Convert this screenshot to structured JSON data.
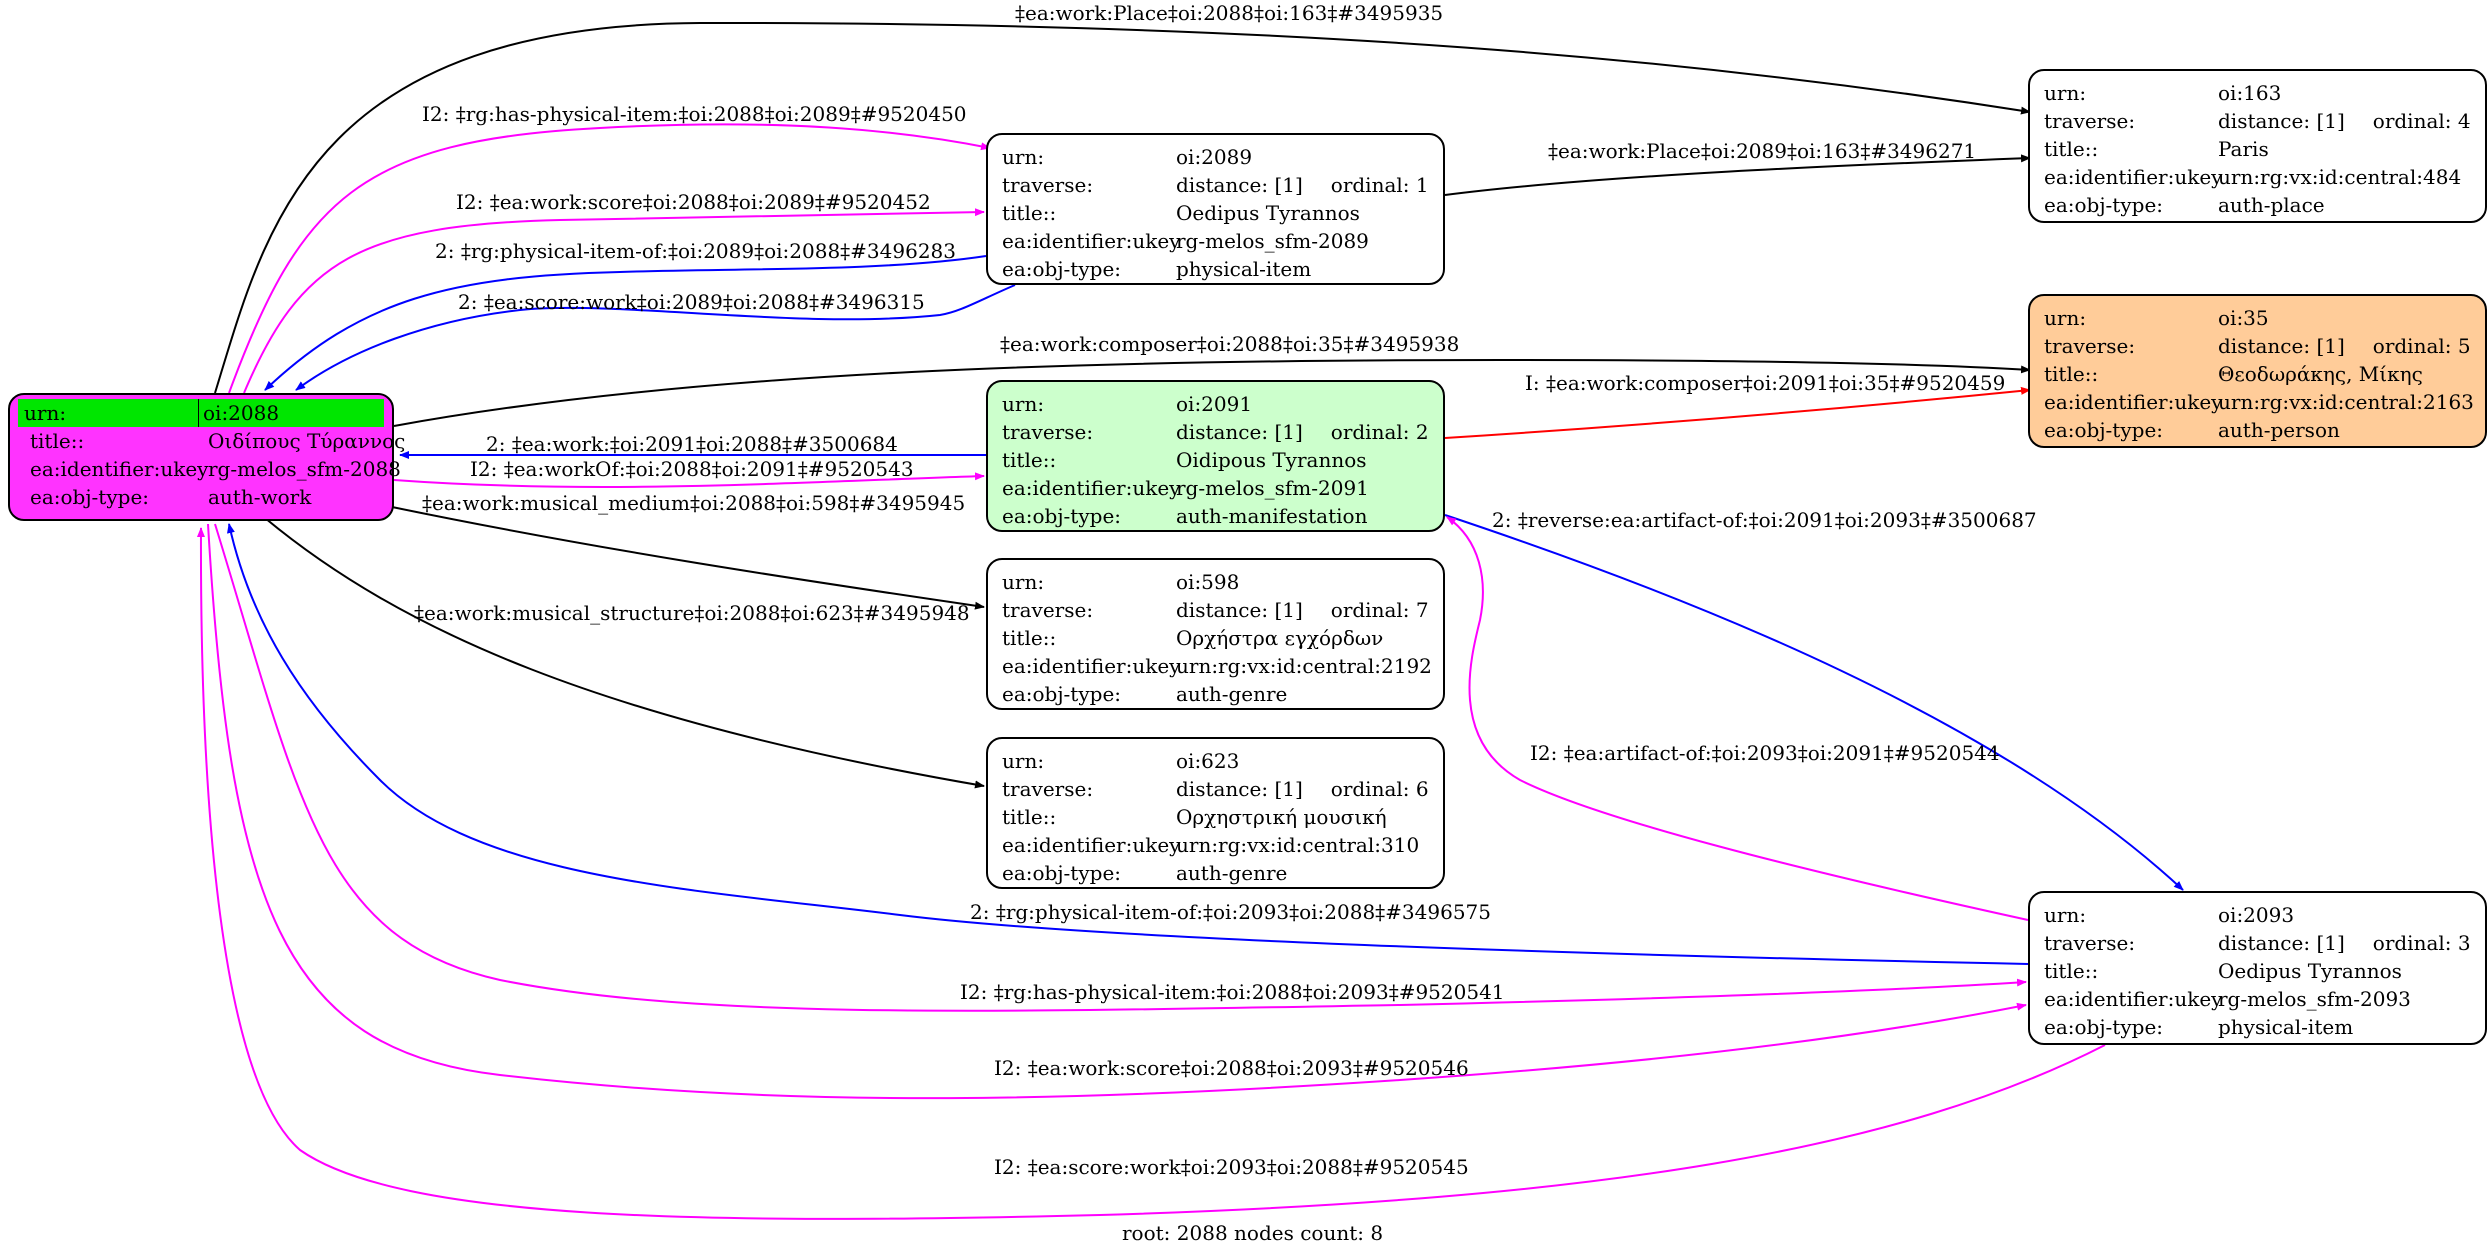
{
  "colors": {
    "root_fill": "#ff33ff",
    "root_highlight": "#00e600",
    "manifestation_fill": "#ccffcc",
    "person_fill": "#ffcc99",
    "default_fill": "#ffffff",
    "edge_black": "#000000",
    "edge_blue": "#0000ff",
    "edge_magenta": "#ff00ff",
    "edge_red": "#ff0000"
  },
  "footer": "root: 2088 nodes count: 8",
  "nodes": {
    "root": {
      "urn_key": "urn:",
      "urn": "oi:2088",
      "title_key": "title::",
      "title": "Οιδίπους Τύραννος",
      "ukey_key": "ea:identifier:ukey",
      "ukey": "rg-melos_sfm-2088",
      "type_key": "ea:obj-type:",
      "type": "auth-work"
    },
    "n2089": {
      "urn_key": "urn:",
      "urn": "oi:2089",
      "trav_key": "traverse:",
      "distance": "distance: [1]",
      "ordinal": "ordinal: 1",
      "title_key": "title::",
      "title": "Oedipus Tyrannos",
      "ukey_key": "ea:identifier:ukey",
      "ukey": "rg-melos_sfm-2089",
      "type_key": "ea:obj-type:",
      "type": "physical-item"
    },
    "n2091": {
      "urn_key": "urn:",
      "urn": "oi:2091",
      "trav_key": "traverse:",
      "distance": "distance: [1]",
      "ordinal": "ordinal: 2",
      "title_key": "title::",
      "title": "Oidipous Tyrannos",
      "ukey_key": "ea:identifier:ukey",
      "ukey": "rg-melos_sfm-2091",
      "type_key": "ea:obj-type:",
      "type": "auth-manifestation"
    },
    "n598": {
      "urn_key": "urn:",
      "urn": "oi:598",
      "trav_key": "traverse:",
      "distance": "distance: [1]",
      "ordinal": "ordinal: 7",
      "title_key": "title::",
      "title": "Ορχήστρα εγχόρδων",
      "ukey_key": "ea:identifier:ukey",
      "ukey": "urn:rg:vx:id:central:2192",
      "type_key": "ea:obj-type:",
      "type": "auth-genre"
    },
    "n623": {
      "urn_key": "urn:",
      "urn": "oi:623",
      "trav_key": "traverse:",
      "distance": "distance: [1]",
      "ordinal": "ordinal: 6",
      "title_key": "title::",
      "title": "Ορχηστρική μουσική",
      "ukey_key": "ea:identifier:ukey",
      "ukey": "urn:rg:vx:id:central:310",
      "type_key": "ea:obj-type:",
      "type": "auth-genre"
    },
    "n163": {
      "urn_key": "urn:",
      "urn": "oi:163",
      "trav_key": "traverse:",
      "distance": "distance: [1]",
      "ordinal": "ordinal: 4",
      "title_key": "title::",
      "title": "Paris",
      "ukey_key": "ea:identifier:ukey",
      "ukey": "urn:rg:vx:id:central:484",
      "type_key": "ea:obj-type:",
      "type": "auth-place"
    },
    "n35": {
      "urn_key": "urn:",
      "urn": "oi:35",
      "trav_key": "traverse:",
      "distance": "distance: [1]",
      "ordinal": "ordinal: 5",
      "title_key": "title::",
      "title": "Θεοδωράκης, Μίκης",
      "ukey_key": "ea:identifier:ukey",
      "ukey": "urn:rg:vx:id:central:2163",
      "type_key": "ea:obj-type:",
      "type": "auth-person"
    },
    "n2093": {
      "urn_key": "urn:",
      "urn": "oi:2093",
      "trav_key": "traverse:",
      "distance": "distance: [1]",
      "ordinal": "ordinal: 3",
      "title_key": "title::",
      "title": "Oedipus Tyrannos",
      "ukey_key": "ea:identifier:ukey",
      "ukey": "rg-melos_sfm-2093",
      "type_key": "ea:obj-type:",
      "type": "physical-item"
    }
  },
  "edges": [
    {
      "id": "e1",
      "label": "‡ea:work:Place‡oi:2088‡oi:163‡#3495935",
      "color": "black"
    },
    {
      "id": "e2",
      "label": "I2: ‡rg:has-physical-item:‡oi:2088‡oi:2089‡#9520450",
      "color": "magenta"
    },
    {
      "id": "e3",
      "label": "I2: ‡ea:work:score‡oi:2088‡oi:2089‡#9520452",
      "color": "magenta"
    },
    {
      "id": "e4",
      "label": "2: ‡rg:physical-item-of:‡oi:2089‡oi:2088‡#3496283",
      "color": "blue"
    },
    {
      "id": "e5",
      "label": "2: ‡ea:score:work‡oi:2089‡oi:2088‡#3496315",
      "color": "blue"
    },
    {
      "id": "e6",
      "label": "‡ea:work:Place‡oi:2089‡oi:163‡#3496271",
      "color": "black"
    },
    {
      "id": "e7",
      "label": "‡ea:work:composer‡oi:2088‡oi:35‡#3495938",
      "color": "black"
    },
    {
      "id": "e8",
      "label": "I: ‡ea:work:composer‡oi:2091‡oi:35‡#9520459",
      "color": "red"
    },
    {
      "id": "e9",
      "label": "2: ‡ea:work:‡oi:2091‡oi:2088‡#3500684",
      "color": "blue"
    },
    {
      "id": "e10",
      "label": "I2: ‡ea:workOf:‡oi:2088‡oi:2091‡#9520543",
      "color": "magenta"
    },
    {
      "id": "e11",
      "label": "‡ea:work:musical_medium‡oi:2088‡oi:598‡#3495945",
      "color": "black"
    },
    {
      "id": "e12",
      "label": "2: ‡reverse:ea:artifact-of:‡oi:2091‡oi:2093‡#3500687",
      "color": "blue"
    },
    {
      "id": "e13",
      "label": "‡ea:work:musical_structure‡oi:2088‡oi:623‡#3495948",
      "color": "black"
    },
    {
      "id": "e14",
      "label": "I2: ‡ea:artifact-of:‡oi:2093‡oi:2091‡#9520544",
      "color": "magenta"
    },
    {
      "id": "e15",
      "label": "2: ‡rg:physical-item-of:‡oi:2093‡oi:2088‡#3496575",
      "color": "blue"
    },
    {
      "id": "e16",
      "label": "I2: ‡rg:has-physical-item:‡oi:2088‡oi:2093‡#9520541",
      "color": "magenta"
    },
    {
      "id": "e17",
      "label": "I2: ‡ea:work:score‡oi:2088‡oi:2093‡#9520546",
      "color": "magenta"
    },
    {
      "id": "e18",
      "label": "I2: ‡ea:score:work‡oi:2093‡oi:2088‡#9520545",
      "color": "magenta"
    }
  ]
}
